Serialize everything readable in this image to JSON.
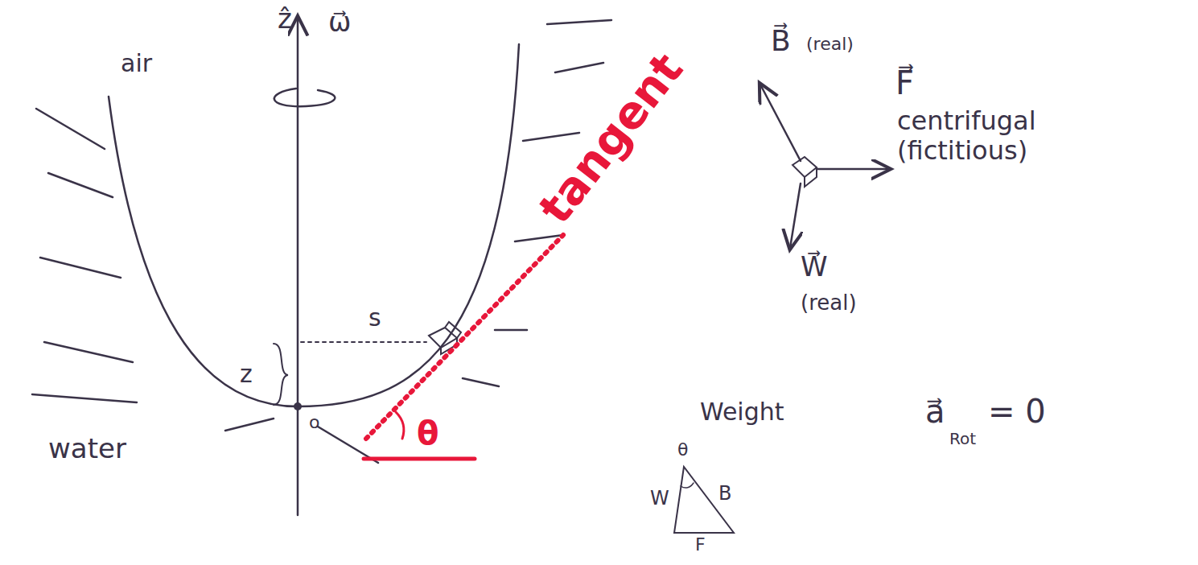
{
  "diagram": {
    "labels": [
      "ẑ",
      "ω⃗",
      "air",
      "water",
      "s",
      "z",
      "o",
      "θ",
      "tangent",
      "B⃗",
      "(real)",
      "F⃗",
      "centrifugal (fictitious)",
      "W⃗",
      "(real)",
      "Weight",
      "θ",
      "W",
      "B",
      "F",
      "a⃗",
      "Rot",
      "= 0"
    ]
  }
}
